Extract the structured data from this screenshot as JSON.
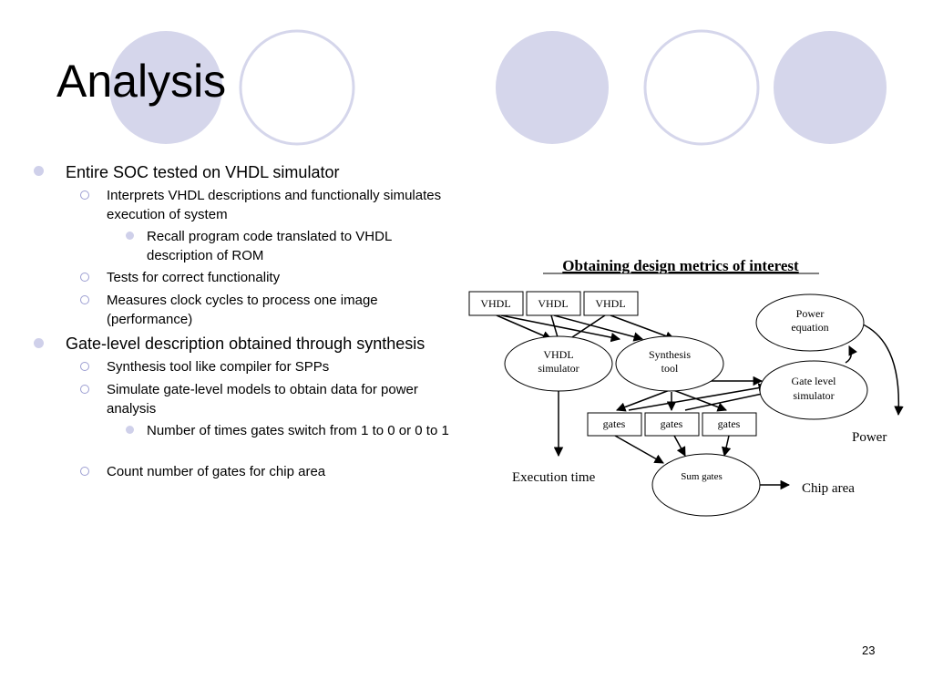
{
  "slide": {
    "title": "Analysis",
    "page_number": "23",
    "bullets": {
      "b1": "Entire SOC tested on VHDL simulator",
      "b1_1": "Interprets VHDL descriptions and functionally simulates execution of system",
      "b1_1_1": "Recall program code translated to VHDL description of ROM",
      "b1_2": "Tests for correct functionality",
      "b1_3": "Measures clock cycles to process one image (performance)",
      "b2": "Gate-level description obtained through synthesis",
      "b2_1": "Synthesis tool like compiler for SPPs",
      "b2_2": "Simulate gate-level models to obtain data for power analysis",
      "b2_2_1": "Number of times gates switch from 1 to 0 or 0 to 1",
      "b2_3": "Count number of gates for chip area"
    },
    "colors": {
      "accent_circle": "#d5d6eb",
      "circle_outline": "#d5d6eb",
      "bullet": "#cfd0ea"
    }
  },
  "diagram": {
    "title": "Obtaining design metrics of interest",
    "vhdl_box_1": "VHDL",
    "vhdl_box_2": "VHDL",
    "vhdl_box_3": "VHDL",
    "vhdl_simulator_line1": "VHDL",
    "vhdl_simulator_line2": "simulator",
    "synthesis_tool_line1": "Synthesis",
    "synthesis_tool_line2": "tool",
    "power_equation_line1": "Power",
    "power_equation_line2": "equation",
    "gate_level_line1": "Gate level",
    "gate_level_line2": "simulator",
    "gates_box_1": "gates",
    "gates_box_2": "gates",
    "gates_box_3": "gates",
    "sum_gates": "Sum gates",
    "execution_time": "Execution time",
    "power": "Power",
    "chip_area": "Chip area"
  }
}
